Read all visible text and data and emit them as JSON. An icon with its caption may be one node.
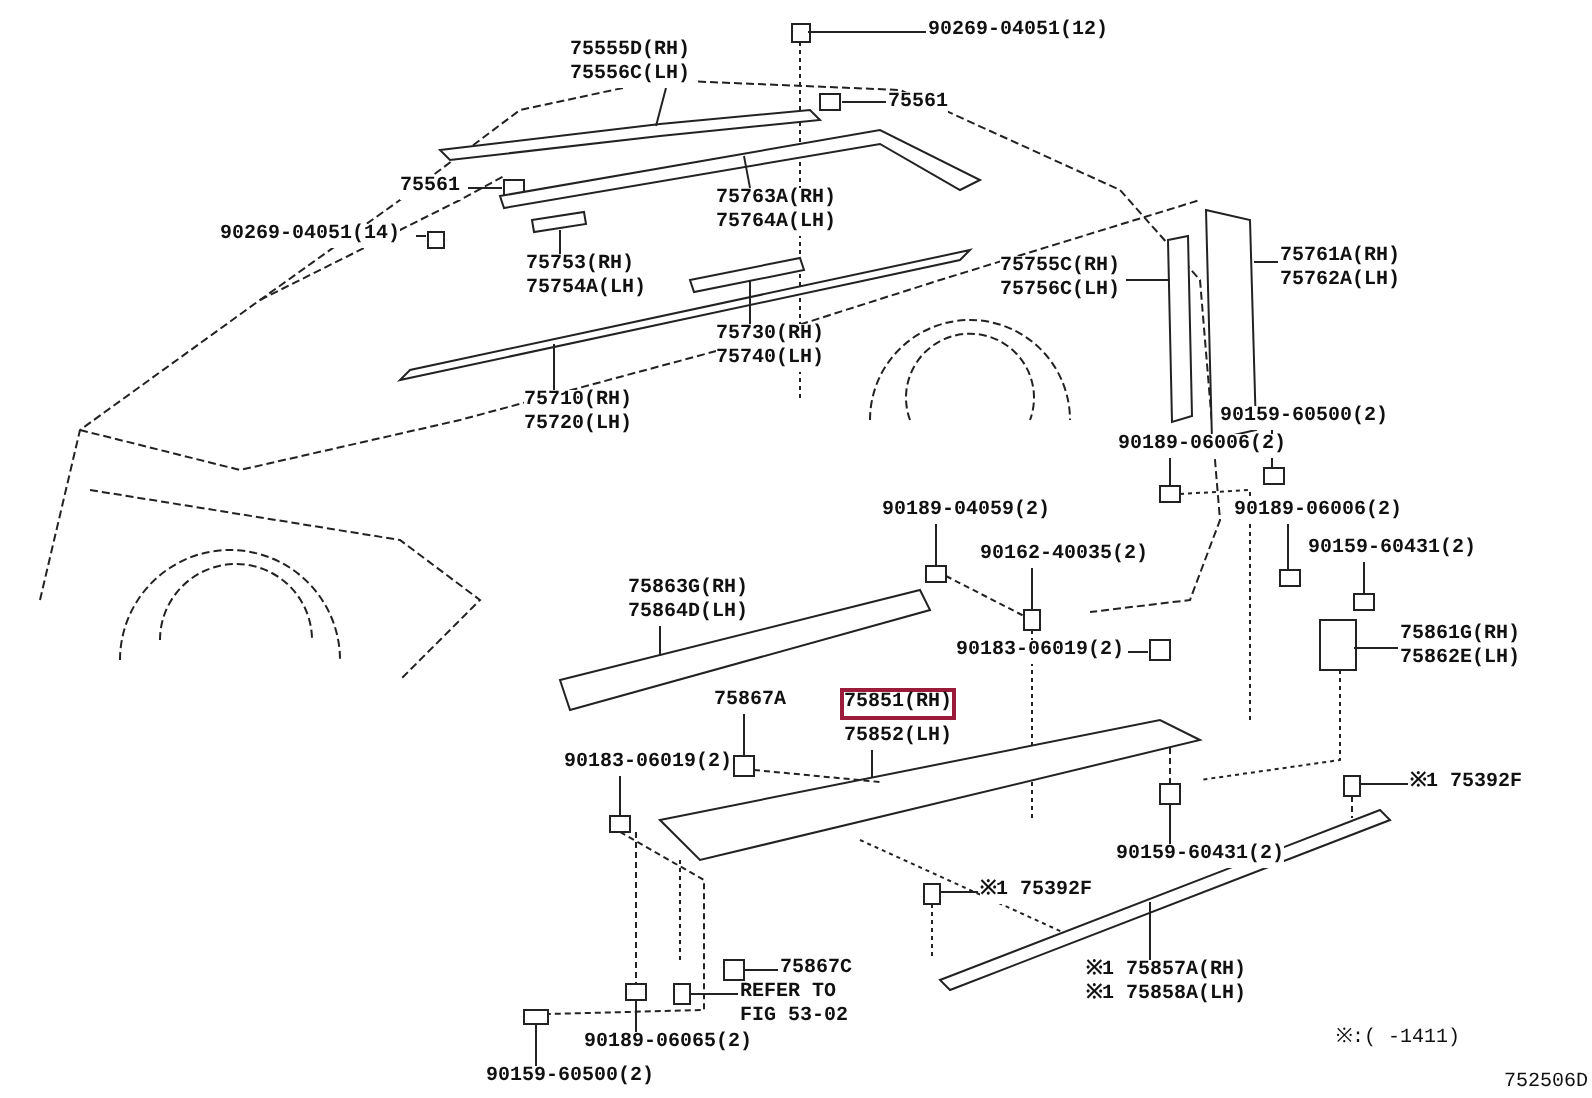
{
  "diagram": {
    "nodes": [
      {
        "text": [
          "90269-04051(12)"
        ]
      },
      {
        "text": [
          "75555D(RH) 75556C(LH)"
        ]
      },
      {
        "text": [
          "75561"
        ]
      },
      {
        "text": [
          "75561"
        ]
      },
      {
        "text": [
          "90269-04051(14)"
        ]
      },
      {
        "text": [
          "75763A(RH) 75764A(LH)"
        ]
      },
      {
        "text": [
          "75753(RH) 75754A(LH)"
        ]
      },
      {
        "text": [
          "75730(RH) 75740(LH)"
        ]
      },
      {
        "text": [
          "75710(RH) 75720(LH)"
        ]
      },
      {
        "text": [
          "75755C(RH) 75756C(LH)"
        ]
      },
      {
        "text": [
          "75761A(RH) 75762A(LH)"
        ]
      },
      {
        "text": [
          "90159-60500(2)"
        ]
      },
      {
        "text": [
          "90189-06006(2)"
        ]
      },
      {
        "text": [
          "90189-04059(2)"
        ]
      },
      {
        "text": [
          "90162-40035(2)"
        ]
      },
      {
        "text": [
          "90189-06006(2)"
        ]
      },
      {
        "text": [
          "90159-60431(2)"
        ]
      },
      {
        "text": [
          "75863G(RH) 75864D(LH)"
        ]
      },
      {
        "text": [
          "75861G(RH) 75862E(LH)"
        ]
      },
      {
        "text": [
          "90183-06019(2)"
        ]
      },
      {
        "text": [
          "75867A"
        ]
      },
      {
        "text": [
          "75851(RH)",
          "75852(LH)"
        ]
      },
      {
        "text": [
          "90183-06019(2)"
        ]
      },
      {
        "text": [
          "※1 75392F"
        ]
      },
      {
        "text": [
          "※1 75392F"
        ]
      },
      {
        "text": [
          "75867C"
        ]
      },
      {
        "text": [
          "REFER TO FIG 53-02"
        ]
      },
      {
        "text": [
          "90189-06065(2)"
        ]
      },
      {
        "text": [
          "90159-60500(2)"
        ]
      },
      {
        "text": [
          "90159-60431(2)"
        ]
      },
      {
        "text": [
          "※1 75857A(RH) ※1 75858A(LH)"
        ]
      },
      {
        "text": [],
        "shape": "box"
      },
      {
        "text": [],
        "shape": "bar"
      },
      {
        "text": [],
        "shape": "box"
      },
      {
        "text": [],
        "shape": "box"
      },
      {
        "text": [],
        "shape": "box"
      },
      {
        "text": [],
        "shape": "bar"
      },
      {
        "text": [],
        "shape": "bar"
      },
      {
        "text": [],
        "shape": "bar"
      },
      {
        "text": [],
        "shape": "bar"
      },
      {
        "text": [],
        "shape": "bar"
      },
      {
        "text": [],
        "shape": "bar"
      },
      {
        "text": [],
        "shape": "box"
      },
      {
        "text": [],
        "shape": "box"
      },
      {
        "text": [],
        "shape": "box"
      },
      {
        "text": [],
        "shape": "box"
      },
      {
        "text": [],
        "shape": "box"
      },
      {
        "text": [],
        "shape": "box"
      },
      {
        "text": [],
        "shape": "bar"
      },
      {
        "text": [],
        "shape": "box"
      },
      {
        "text": [],
        "shape": "box"
      },
      {
        "text": [],
        "shape": "box"
      },
      {
        "text": [],
        "shape": "bar"
      },
      {
        "text": [],
        "shape": "box"
      },
      {
        "text": [],
        "shape": "box"
      },
      {
        "text": [],
        "shape": "box"
      },
      {
        "text": [],
        "shape": "box"
      },
      {
        "text": [],
        "shape": "box"
      },
      {
        "text": [],
        "shape": "box"
      },
      {
        "text": [],
        "shape": "box"
      },
      {
        "text": [],
        "shape": "box"
      },
      {
        "text": [],
        "shape": "bar"
      }
    ],
    "edges": [
      {
        "from": 0,
        "to": 31,
        "arrow": "none"
      },
      {
        "from": 1,
        "to": 32,
        "arrow": "none"
      },
      {
        "from": 2,
        "to": 33,
        "arrow": "none"
      },
      {
        "from": 3,
        "to": 34,
        "arrow": "none"
      },
      {
        "from": 4,
        "to": 35,
        "arrow": "none"
      },
      {
        "from": 5,
        "to": 36,
        "arrow": "none"
      },
      {
        "from": 6,
        "to": 37,
        "arrow": "none"
      },
      {
        "from": 7,
        "to": 38,
        "arrow": "none"
      },
      {
        "from": 8,
        "to": 39,
        "arrow": "none"
      },
      {
        "from": 9,
        "to": 40,
        "arrow": "none"
      },
      {
        "from": 10,
        "to": 41,
        "arrow": "none"
      },
      {
        "from": 11,
        "to": 42,
        "arrow": "none"
      },
      {
        "from": 12,
        "to": 43,
        "arrow": "none"
      },
      {
        "from": 13,
        "to": 44,
        "arrow": "none"
      },
      {
        "from": 14,
        "to": 45,
        "arrow": "none"
      },
      {
        "from": 15,
        "to": 46,
        "arrow": "none"
      },
      {
        "from": 16,
        "to": 47,
        "arrow": "none"
      },
      {
        "from": 17,
        "to": 48,
        "arrow": "none"
      },
      {
        "from": 18,
        "to": 49,
        "arrow": "none"
      },
      {
        "from": 19,
        "to": 50,
        "arrow": "none"
      },
      {
        "from": 20,
        "to": 51,
        "arrow": "none"
      },
      {
        "from": 21,
        "to": 52,
        "arrow": "none"
      },
      {
        "from": 22,
        "to": 53,
        "arrow": "none"
      },
      {
        "from": 23,
        "to": 54,
        "arrow": "none"
      },
      {
        "from": 24,
        "to": 55,
        "arrow": "none"
      },
      {
        "from": 25,
        "to": 56,
        "arrow": "none"
      },
      {
        "from": 26,
        "to": 57,
        "arrow": "none"
      },
      {
        "from": 27,
        "to": 58,
        "arrow": "none"
      },
      {
        "from": 28,
        "to": 59,
        "arrow": "none"
      },
      {
        "from": 29,
        "to": 60,
        "arrow": "none"
      },
      {
        "from": 30,
        "to": 61,
        "arrow": "none"
      },
      {
        "from": 53,
        "to": 59,
        "arrow": "none",
        "style": "dashed"
      },
      {
        "from": 54,
        "to": 61,
        "arrow": "none",
        "style": "dashed"
      },
      {
        "from": 51,
        "to": 52,
        "arrow": "none",
        "style": "dashed"
      },
      {
        "from": 60,
        "to": 52,
        "arrow": "none",
        "style": "dashed"
      },
      {
        "from": 53,
        "to": 58,
        "arrow": "none",
        "style": "dashed"
      },
      {
        "from": 44,
        "to": 45,
        "arrow": "none",
        "style": "dashed"
      }
    ],
    "labels": [
      "※:( -1411)",
      "752506D"
    ]
  }
}
